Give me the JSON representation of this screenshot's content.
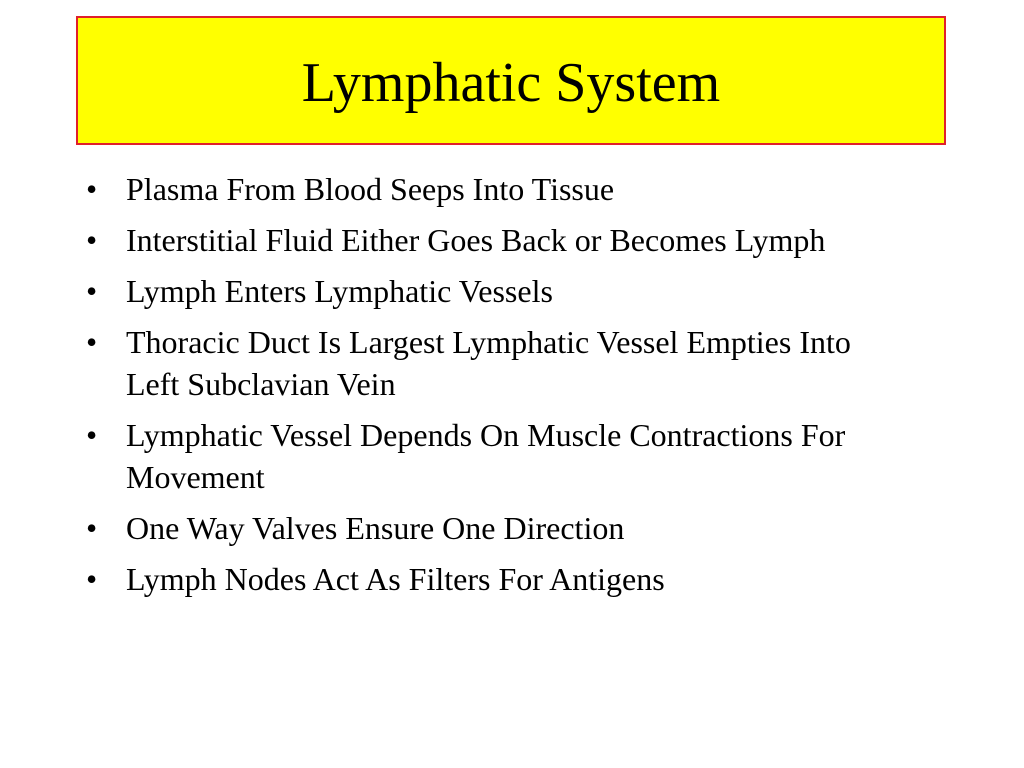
{
  "colors": {
    "title_background": "#ffff00",
    "title_border": "#e0202a",
    "text": "#000000",
    "slide_background": "#ffffff"
  },
  "slide": {
    "title": "Lymphatic System",
    "bullet_symbol": "•",
    "bullets": [
      "Plasma From Blood Seeps Into Tissue",
      "Interstitial Fluid Either Goes Back or Becomes Lymph",
      "Lymph Enters Lymphatic Vessels",
      "Thoracic Duct Is Largest Lymphatic Vessel Empties Into Left Subclavian Vein",
      "Lymphatic Vessel Depends On Muscle Contractions For Movement",
      "One Way Valves Ensure One Direction",
      "Lymph Nodes Act As Filters For Antigens"
    ]
  }
}
